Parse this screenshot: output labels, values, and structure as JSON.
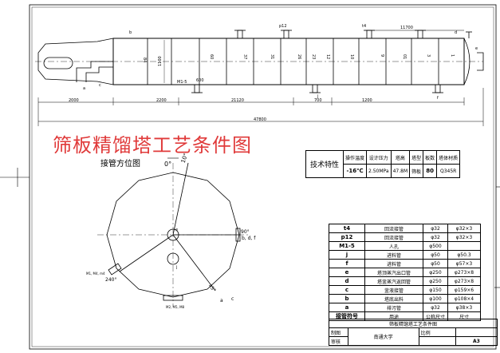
{
  "heading": "筛板精馏塔工艺条件图",
  "orientation_title": "接管方位图",
  "dimensions": {
    "d2000": "2000",
    "d2200": "2200",
    "d21120": "21120",
    "d700": "700",
    "d1200": "1200",
    "d600": "600",
    "d47800": "47800",
    "d11700": "11700",
    "d1100": "1100"
  },
  "tray_labels": [
    "84",
    "60",
    "37",
    "31",
    "26",
    "23",
    "12",
    "10",
    "9",
    "01",
    "3",
    "1"
  ],
  "nozzle_tags": [
    "a",
    "b",
    "c",
    "d",
    "e",
    "f",
    "j",
    "M1-5",
    "p12",
    "t4"
  ],
  "orientation_labels": {
    "zero": "0°",
    "angle_top": "10°",
    "ninety": "90°",
    "right_letters": "b, d, f",
    "angle_lower": "45°",
    "a": "a",
    "c": "c",
    "two_forty": "240°",
    "left_note": "M1, M4, m4",
    "bottom_note": "M2, M5, M8",
    "e": "e",
    "j": "j"
  },
  "tech_table": {
    "label": "技术特性",
    "headers": [
      "操作温度",
      "设计压力",
      "塔高",
      "塔型",
      "板数",
      "塔体材质"
    ],
    "values": [
      "-16℃",
      "2.50MPa",
      "47.8M",
      "筛板",
      "80",
      "Q345R"
    ]
  },
  "nozzle_table": {
    "rows": [
      {
        "sym": "t4",
        "name": "回流接管",
        "dn": "φ32",
        "size": "φ32×3"
      },
      {
        "sym": "p12",
        "name": "回流接管",
        "dn": "φ32",
        "size": "φ32×3"
      },
      {
        "sym": "M1-5",
        "name": "人孔",
        "dn": "φ500",
        "size": ""
      },
      {
        "sym": "j",
        "name": "进料管",
        "dn": "φ50",
        "size": "φ50.3"
      },
      {
        "sym": "f",
        "name": "进料管",
        "dn": "φ50",
        "size": "φ57×3"
      },
      {
        "sym": "e",
        "name": "塔顶蒸汽出口管",
        "dn": "φ250",
        "size": "φ273×8"
      },
      {
        "sym": "d",
        "name": "塔釜蒸汽返回管",
        "dn": "φ250",
        "size": "φ273×8"
      },
      {
        "sym": "c",
        "name": "釜液接管",
        "dn": "φ150",
        "size": "φ159×6"
      },
      {
        "sym": "b",
        "name": "塔底出料",
        "dn": "φ100",
        "size": "φ108×4"
      },
      {
        "sym": "a",
        "name": "排污管",
        "dn": "φ32",
        "size": "φ38×3"
      }
    ],
    "footer": {
      "sym": "接管符号",
      "name": "用途",
      "dn": "公称尺寸",
      "size": "尺寸"
    }
  },
  "title_block": {
    "drawing_name": "筛板精馏塔工艺条件图",
    "draw_label": "制图",
    "check_label": "审核",
    "school": "南通大学",
    "ratio_label": "比例",
    "sheet": "A3"
  }
}
